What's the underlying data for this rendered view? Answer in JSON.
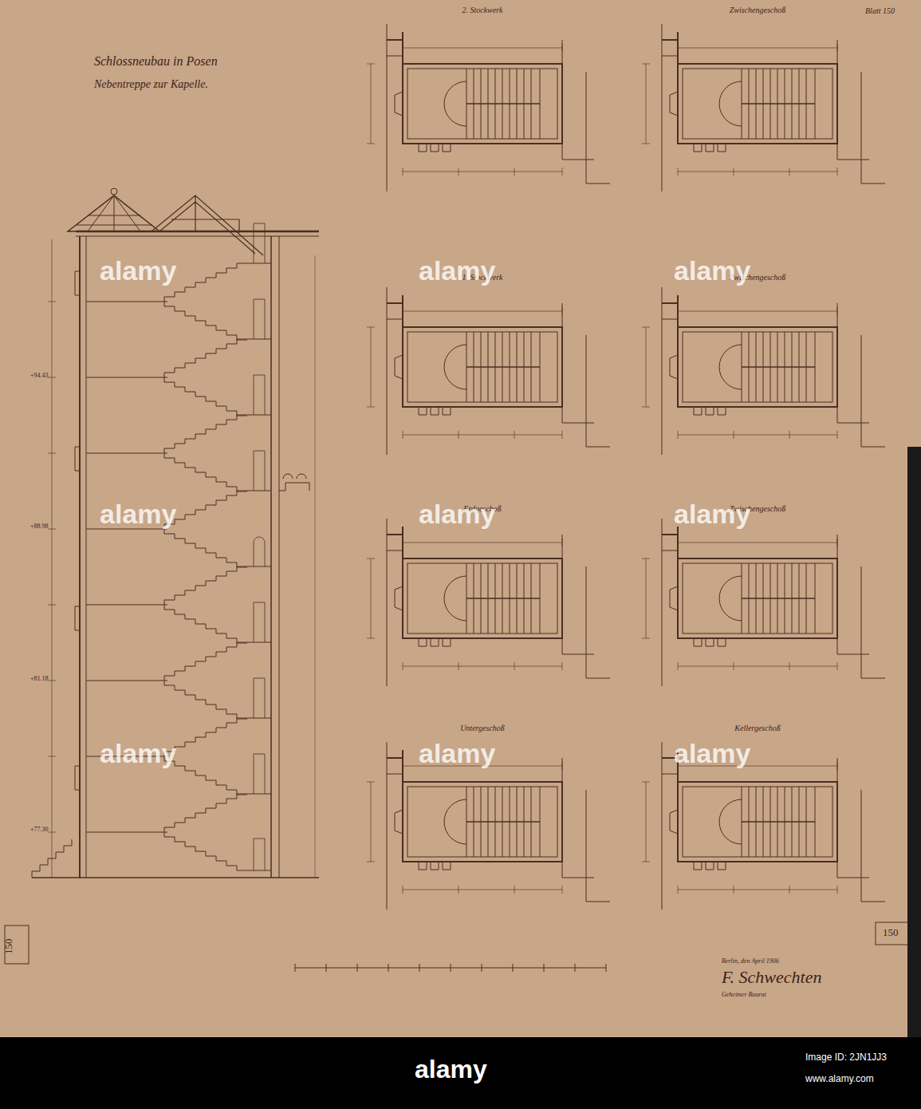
{
  "diagram": {
    "title": "Schlossneubau in Posen",
    "nodes": [
      {
        "text": [
          "2. Stockwerk"
        ]
      },
      {
        "text": [
          "Zwischengeschoß"
        ]
      },
      {
        "text": [
          "1. Stockwerk"
        ]
      },
      {
        "text": [
          "Zwischengeschoß"
        ]
      },
      {
        "text": [
          "Erdgeschoß"
        ]
      },
      {
        "text": [
          "Zwischengeschoß"
        ]
      },
      {
        "text": [
          "Untergeschoß"
        ]
      },
      {
        "text": [
          "Kellergeschoß"
        ]
      }
    ],
    "labels": [
      "Nebentreppe zur Kapelle.",
      "Blatt 150",
      "Berlin, den April 1906",
      "F. Schwechten",
      "Geheimer Baurat",
      "150",
      "150",
      "+94.43",
      "+88.98",
      "+81.18",
      "+77.30",
      "alamy",
      "alamy",
      "alamy",
      "alamy",
      "alamy",
      "alamy",
      "alamy",
      "alamy",
      "alamy",
      "alamy",
      "Image ID: 2JN1JJ3",
      "www.alamy.com"
    ]
  }
}
